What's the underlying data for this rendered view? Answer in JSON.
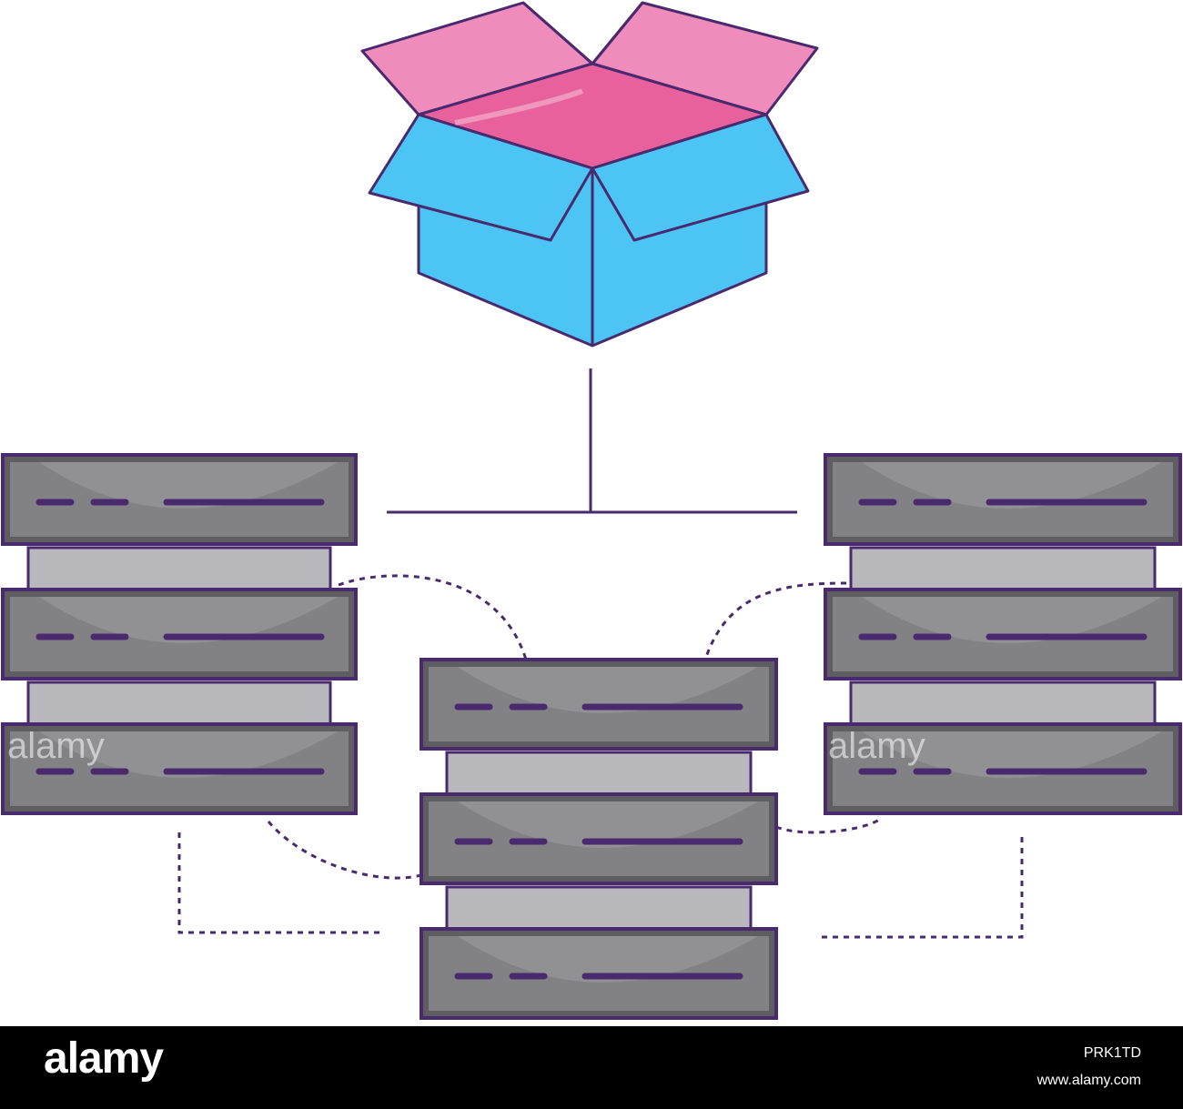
{
  "colors": {
    "outline": "#4a2a6e",
    "box_blue": "#4cc4f4",
    "box_pink": "#f08cbc",
    "box_pink_dark": "#e8609c",
    "server_dark": "#5e5e61",
    "server_mid": "#828285",
    "server_light": "#b9b9bd",
    "footer_bg": "#000000"
  },
  "illustration": {
    "top_icon": "open-box-icon",
    "server_stacks": [
      "server-stack-left",
      "server-stack-center",
      "server-stack-right"
    ]
  },
  "watermark": {
    "text": "alamy"
  },
  "footer": {
    "logo": "alamy",
    "image_id": "PRK1TD",
    "site": "www.alamy.com"
  }
}
